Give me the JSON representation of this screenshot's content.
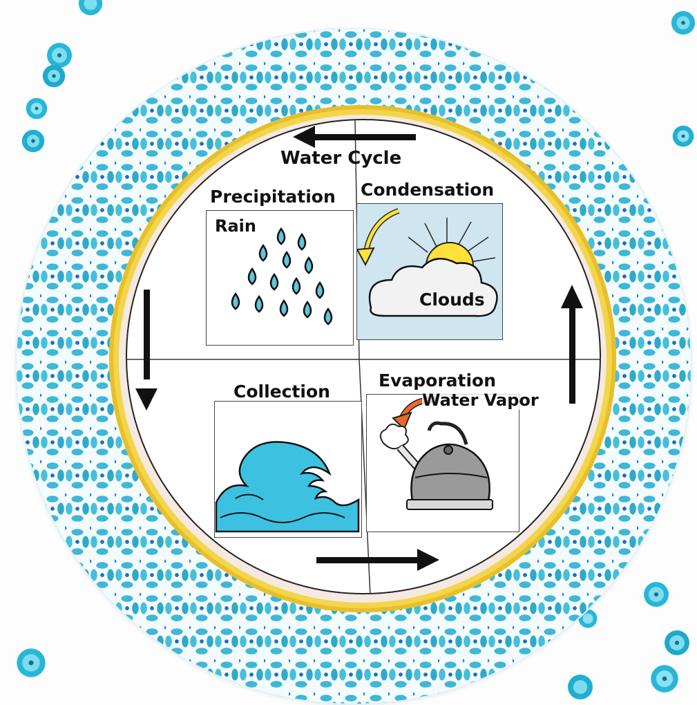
{
  "diagram": {
    "title": "Water Cycle",
    "stages": {
      "precipitation": {
        "heading": "Precipitation",
        "image_label": "Rain"
      },
      "condensation": {
        "heading": "Condensation",
        "image_label": "Clouds"
      },
      "collection": {
        "heading": "Collection",
        "image_label": ""
      },
      "evaporation": {
        "heading": "Evaporation",
        "image_label": "Water Vapor"
      }
    },
    "arrow_direction": "counter-clockwise"
  },
  "colors": {
    "plate_pattern": "#3fb7d6",
    "plate_ring": "#f3d54a",
    "water": "#3cc2e0",
    "sun": "#ffe13a",
    "kettle_arrow": "#e86a2c",
    "sequins": "#28b6d8"
  },
  "icons": [
    "rain-drops-icon",
    "sun-cloud-icon",
    "wave-icon",
    "kettle-icon",
    "cycle-arrow-icon",
    "sequin-icon"
  ]
}
